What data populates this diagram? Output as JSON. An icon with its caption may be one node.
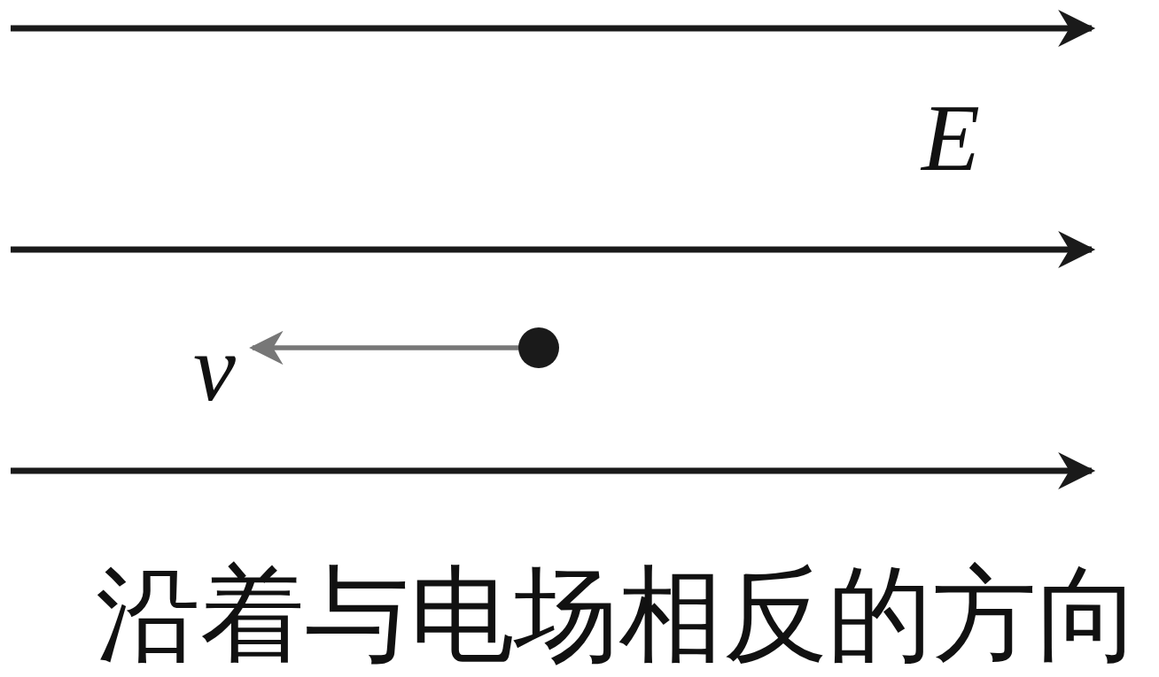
{
  "diagram": {
    "labels": [
      "E",
      "v",
      "沿着与电场相反的方向"
    ]
  }
}
